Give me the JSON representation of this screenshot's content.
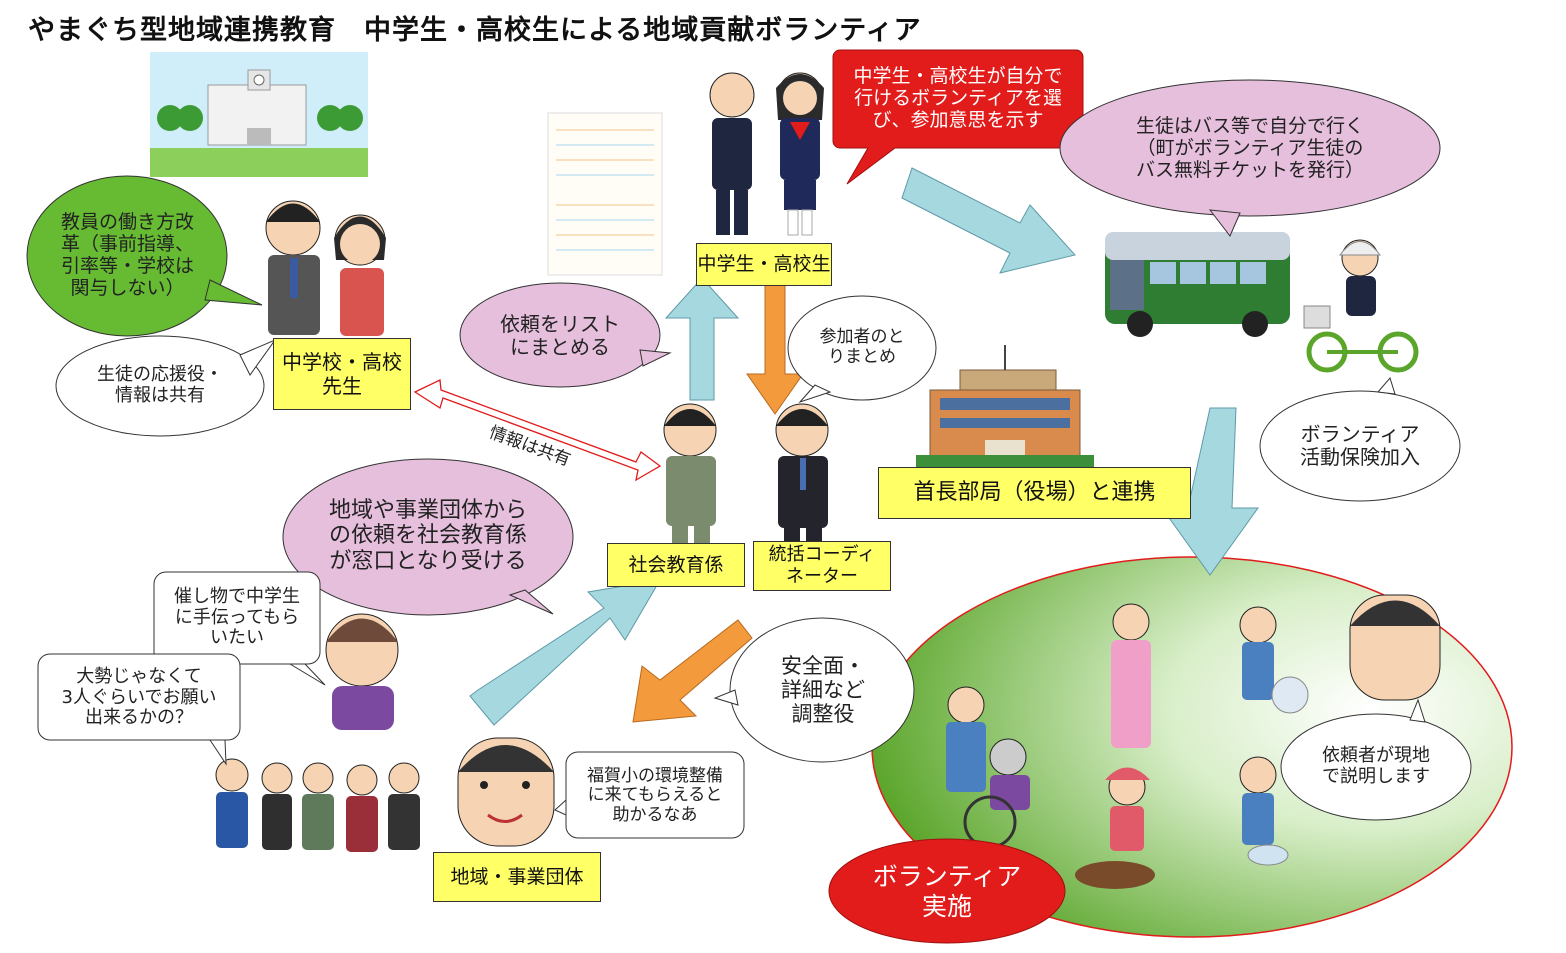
{
  "title": "やまぐち型地域連携教育　中学生・高校生による地域貢献ボランティア",
  "colors": {
    "label_yellow": "#ffff66",
    "bubble_pink": "#e6bfdd",
    "bubble_green": "#66bb33",
    "bubble_red": "#e21b1b",
    "arrow_blue": "#a6d8e0",
    "arrow_orange": "#f39a3c",
    "implementation_green": "#5aa52a"
  },
  "nodes": {
    "students": "中学生・高校生",
    "teachers_line1": "中学校・高校",
    "teachers_line2": "先生",
    "social_education": "社会教育係",
    "coordinator_line1": "統括コーディ",
    "coordinator_line2": "ネーター",
    "local_org": "地域・事業団体",
    "town_hall": "首長部局（役場）と連携",
    "implementation_line1": "ボランティア",
    "implementation_line2": "実施"
  },
  "bubbles": {
    "teacher_reform": [
      "教員の働き方改",
      "革（事前指導、",
      "引率等・学校は",
      "関与しない）"
    ],
    "cheer": [
      "生徒の応援役・",
      "情報は共有"
    ],
    "students_choose": [
      "中学生・高校生が自分で",
      "行けるボランティアを選",
      "び、参加意思を示す"
    ],
    "bus": [
      "生徒はバス等で自分で行く",
      "（町がボランティア生徒の",
      "バス無料チケットを発行）"
    ],
    "list": [
      "依頼をリスト",
      "にまとめる"
    ],
    "participants": [
      "参加者のと",
      "りまとめ"
    ],
    "insurance": [
      "ボランティア",
      "活動保険加入"
    ],
    "window": [
      "地域や事業団体から",
      "の依頼を社会教育係",
      "が窓口となり受ける"
    ],
    "event": [
      "催し物で中学生",
      "に手伝ってもら",
      "いたい"
    ],
    "three": [
      "大勢じゃなくて",
      "3人ぐらいでお願い",
      "出来るかの？"
    ],
    "safety": [
      "安全面・",
      "詳細など",
      "調整役"
    ],
    "school_env": [
      "福賀小の環境整備",
      "に来てもらえると",
      "助かるなあ"
    ],
    "requester": [
      "依頼者が現地",
      "で説明します"
    ]
  },
  "arrow_labels": {
    "info_shared": "情報は共有"
  }
}
